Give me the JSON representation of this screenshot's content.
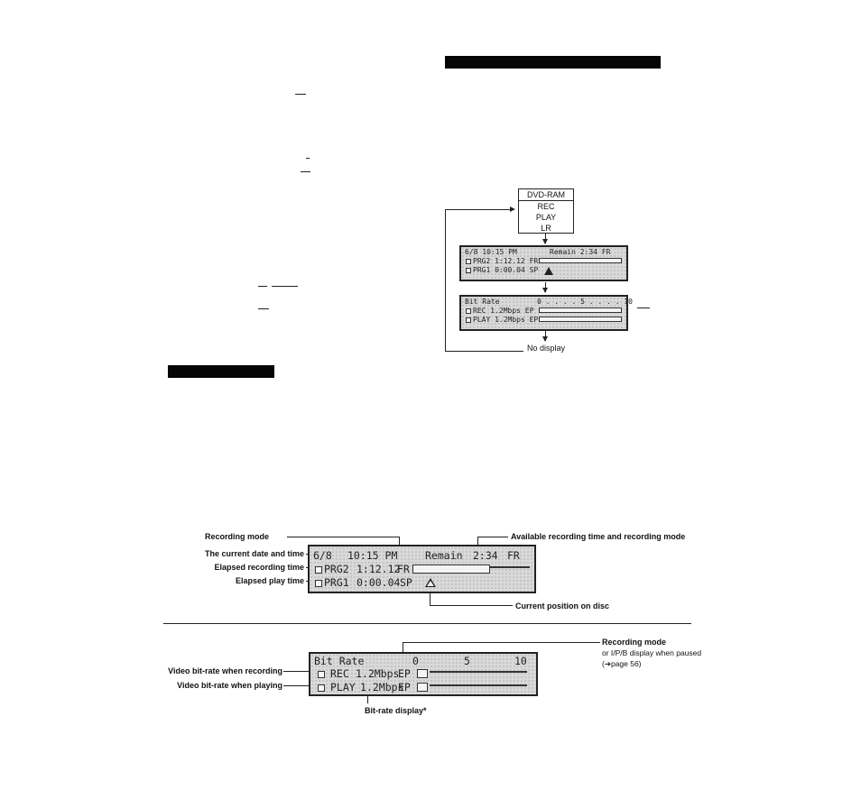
{
  "flow": {
    "box_items": [
      "DVD-RAM",
      "REC",
      "PLAY",
      "LR"
    ],
    "screen1": {
      "line1_left": "6/8 10:15 PM",
      "line1_right": "Remain 2:34 FR",
      "line2": "PRG2 1:12.12 FR",
      "line3": "PRG1 0:00.04 SP"
    },
    "screen2": {
      "title": "Bit Rate",
      "scale": "0 . . . . 5 . . . . 10",
      "line2": "REC 1.2Mbps EP",
      "line3": "PLAY 1.2Mbps EP"
    },
    "no_display": "No display"
  },
  "diagram1": {
    "labels": {
      "recording_mode": "Recording mode",
      "available": "Available recording time and recording mode",
      "current_date": "The current date and time",
      "elapsed_rec": "Elapsed recording time",
      "elapsed_play": "Elapsed play time",
      "current_position": "Current position on disc"
    },
    "screen": {
      "date": "6/8",
      "time": "10:15 PM",
      "remain_label": "Remain",
      "remain_time": "2:34",
      "remain_mode": "FR",
      "rec_prog": "PRG2",
      "rec_time": "1:12.12",
      "rec_mode": "FR",
      "play_prog": "PRG1",
      "play_time": "0:00.04",
      "play_mode": "SP"
    }
  },
  "diagram2": {
    "labels": {
      "recording_mode": "Recording mode",
      "ipb_note": "or I/P/B display when paused",
      "page_ref": "(➔page 56)",
      "video_rec": "Video bit-rate when recording",
      "video_play": "Video bit-rate when playing",
      "bitrate_display": "Bit-rate display*"
    },
    "screen": {
      "title": "Bit Rate",
      "scale_0": "0",
      "scale_5": "5",
      "scale_10": "10",
      "rec_label": "REC",
      "rec_rate": "1.2Mbps",
      "rec_mode": "EP",
      "play_label": "PLAY",
      "play_rate": "1.2Mbps",
      "play_mode": "EP"
    }
  }
}
